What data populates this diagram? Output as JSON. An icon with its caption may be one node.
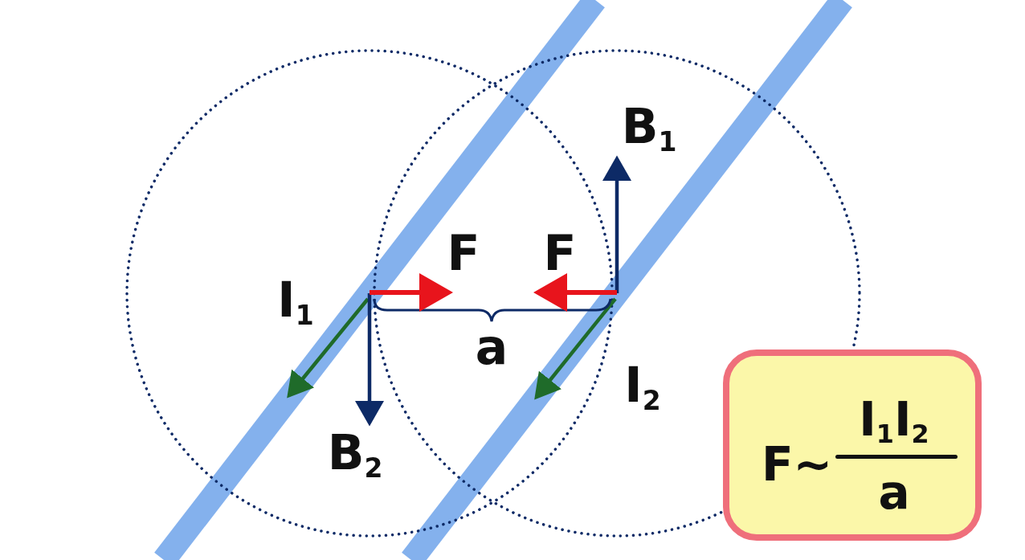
{
  "diagram": {
    "nodes": [
      {
        "text": [
          "F~",
          "I$_{1}$I$_{2}$",
          "a"
        ]
      }
    ],
    "edges": [],
    "labels": [
      "B$_{1}$",
      "F",
      "F",
      "I$_{1}$",
      "a",
      "I$_{2}$",
      "B$_{2}$"
    ]
  }
}
